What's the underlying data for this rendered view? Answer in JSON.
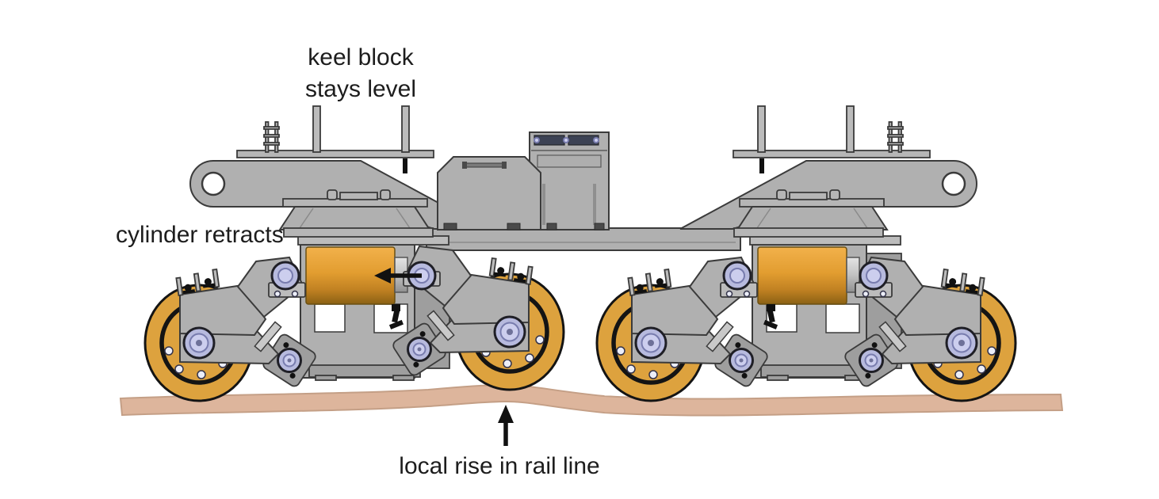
{
  "labels": {
    "keel_block": {
      "line1": "keel block",
      "line2": "stays level"
    },
    "cylinder_retracts": "cylinder retracts",
    "local_rise": "local rise in rail line"
  },
  "arrows": [
    {
      "name": "cylinder-retract-arrow",
      "direction": "left"
    },
    {
      "name": "local-rise-arrow",
      "direction": "up"
    }
  ],
  "colors": {
    "bg": "#ffffff",
    "text": "#1d1d1d",
    "wheel-orange": "#dda23e",
    "cylinder-orange": "#e29d30",
    "hub-lavender": "#b7bade",
    "rail-tan": "#ddb59c",
    "metal-gray": "#b0b0b0",
    "outline-gray": "#3b3b3b",
    "arrow-black": "#111111"
  }
}
